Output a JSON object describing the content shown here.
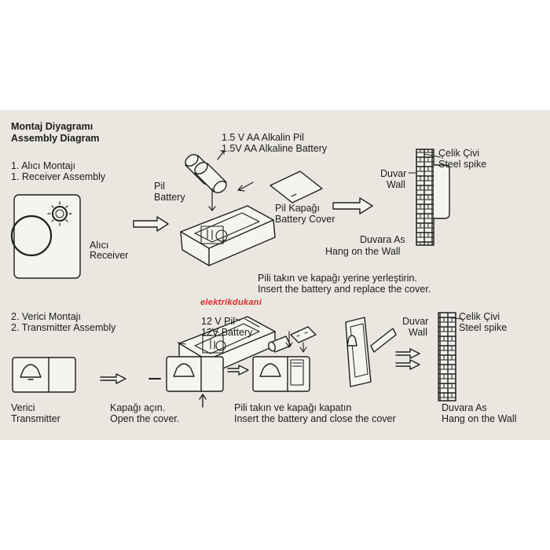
{
  "title": {
    "tr": "Montaj Diyagramı",
    "en": "Assembly Diagram"
  },
  "receiver_section": {
    "heading_tr": "1. Alıcı Montajı",
    "heading_en": "1. Receiver Assembly",
    "receiver_tr": "Alıcı",
    "receiver_en": "Receiver",
    "battery_tr": "Pil",
    "battery_en": "Battery",
    "battery_type_tr": "1.5 V AA Alkalin Pil",
    "battery_type_en": "1.5V AA Alkaline Battery",
    "cover_tr": "Pil Kapağı",
    "cover_en": "Battery Cover",
    "wall_tr": "Duvar",
    "wall_en": "Wall",
    "spike_tr": "Çelik Çivi",
    "spike_en": "Steel spike",
    "hang_tr": "Duvara As",
    "hang_en": "Hang on the Wall",
    "instruction_tr": "Pili takın ve kapağı yerine yerleştirin.",
    "instruction_en": "Insert the battery and replace the cover."
  },
  "watermark": "elektrikdukani",
  "transmitter_section": {
    "heading_tr": "2. Verici Montajı",
    "heading_en": "2. Transmitter  Assembly",
    "battery_tr": "12 V Pil",
    "battery_en": "12V Battery",
    "wall_tr": "Duvar",
    "wall_en": "Wall",
    "spike_tr": "Çelik Çivi",
    "spike_en": "Steel spike",
    "transmitter_tr": "Verici",
    "transmitter_en": "Transmitter",
    "open_tr": "Kapağı açın.",
    "open_en": "Open the cover.",
    "insert_tr": "Pili takın ve kapağı kapatın",
    "insert_en": "Insert the battery and close the cover",
    "hang_tr": "Duvara As",
    "hang_en": "Hang on the Wall"
  },
  "colors": {
    "sheet": "#eae7e1",
    "ink": "#1c1c1c",
    "watermark": "#d92a2a"
  }
}
